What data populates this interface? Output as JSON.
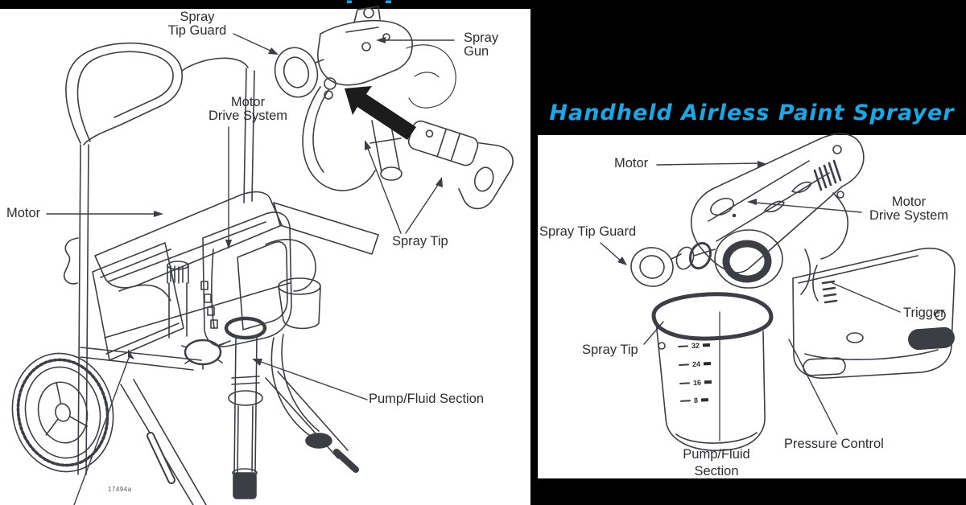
{
  "colors": {
    "background": "#000000",
    "panel": "#ffffff",
    "ink": "#3d3d45",
    "label_text": "#2d2d33",
    "title_blue": "#18a8e8"
  },
  "left_panel": {
    "labels": {
      "spray_tip_guard": {
        "line1": "Spray",
        "line2": "Tip Guard"
      },
      "spray_gun": {
        "line1": "Spray",
        "line2": "Gun"
      },
      "motor_drive_system": {
        "line1": "Motor",
        "line2": "Drive System"
      },
      "motor": {
        "text": "Motor"
      },
      "spray_tip": {
        "text": "Spray Tip"
      },
      "pump_fluid_section": {
        "text": "Pump/Fluid Section"
      }
    },
    "figure_code": "17494a"
  },
  "right_panel": {
    "title": "Handheld Airless Paint Sprayer",
    "labels": {
      "motor": {
        "text": "Motor"
      },
      "motor_drive_system": {
        "line1": "Motor",
        "line2": "Drive System"
      },
      "spray_tip_guard": {
        "text": "Spray Tip Guard"
      },
      "trigger": {
        "text": "Trigger"
      },
      "spray_tip": {
        "text": "Spray Tip"
      },
      "pump_fluid_section": {
        "line1": "Pump/Fluid",
        "line2": "Section"
      },
      "pressure_control": {
        "text": "Pressure Control"
      }
    },
    "container_markings": [
      "32",
      "24",
      "16",
      "8"
    ]
  }
}
